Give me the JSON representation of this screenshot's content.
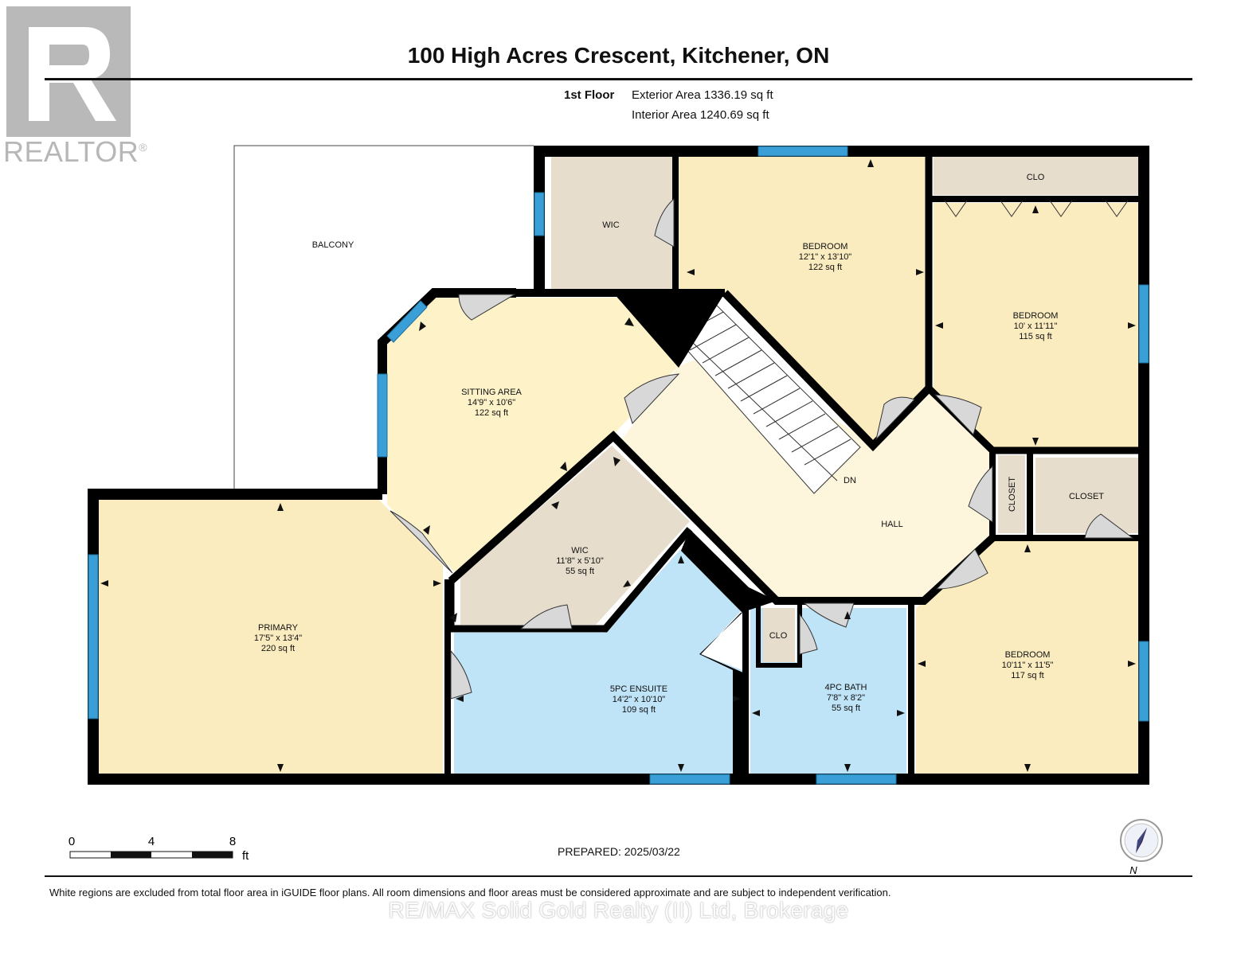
{
  "header": {
    "title": "100 High Acres Crescent, Kitchener, ON",
    "floor_label": "1st Floor",
    "exterior_area": "Exterior Area 1336.19 sq ft",
    "interior_area": "Interior Area 1240.69 sq ft"
  },
  "logo": {
    "text": "REALTOR",
    "mark": "®"
  },
  "rooms": {
    "balcony": {
      "name": "BALCONY"
    },
    "wic_top": {
      "name": "WIC"
    },
    "bedroom_1": {
      "name": "BEDROOM",
      "dims": "12'1\" x 13'10\"",
      "area": "122 sq ft"
    },
    "clo_top": {
      "name": "CLO"
    },
    "bedroom_2": {
      "name": "BEDROOM",
      "dims": "10' x 11'11\"",
      "area": "115 sq ft"
    },
    "sitting_area": {
      "name": "SITTING AREA",
      "dims": "14'9\" x 10'6\"",
      "area": "122 sq ft"
    },
    "stairs": {
      "name": "DN"
    },
    "closet_small": {
      "name": "CLOSET"
    },
    "closet": {
      "name": "CLOSET"
    },
    "hall": {
      "name": "HALL"
    },
    "wic": {
      "name": "WIC",
      "dims": "11'8\" x 5'10\"",
      "area": "55 sq ft"
    },
    "primary": {
      "name": "PRIMARY",
      "dims": "17'5\" x 13'4\"",
      "area": "220 sq ft"
    },
    "clo_bath": {
      "name": "CLO"
    },
    "ensuite": {
      "name": "5PC ENSUITE",
      "dims": "14'2\" x 10'10\"",
      "area": "109 sq ft"
    },
    "bath": {
      "name": "4PC BATH",
      "dims": "7'8\" x 8'2\"",
      "area": "55 sq ft"
    },
    "bedroom_3": {
      "name": "BEDROOM",
      "dims": "10'11\" x 11'5\"",
      "area": "117 sq ft"
    }
  },
  "scale": {
    "ticks": [
      "0",
      "4",
      "8"
    ],
    "unit": "ft"
  },
  "compass": {
    "label": "N"
  },
  "footer": {
    "prepared": "PREPARED: 2025/03/22",
    "disclaimer": "White regions are excluded from total floor area in iGUIDE floor plans. All room dimensions and floor areas must be considered approximate and are subject to independent verification.",
    "brokerage": "RE/MAX Solid Gold Realty (II) Ltd, Brokerage"
  },
  "colors": {
    "bedroom_fill": "#fbecc0",
    "hall_fill": "#fdf6dd",
    "closet_fill": "#e6ddcc",
    "bath_fill": "#bfe3f7",
    "wall": "#000000",
    "window": "#3a9fd6",
    "door": "#d6d6d6"
  }
}
